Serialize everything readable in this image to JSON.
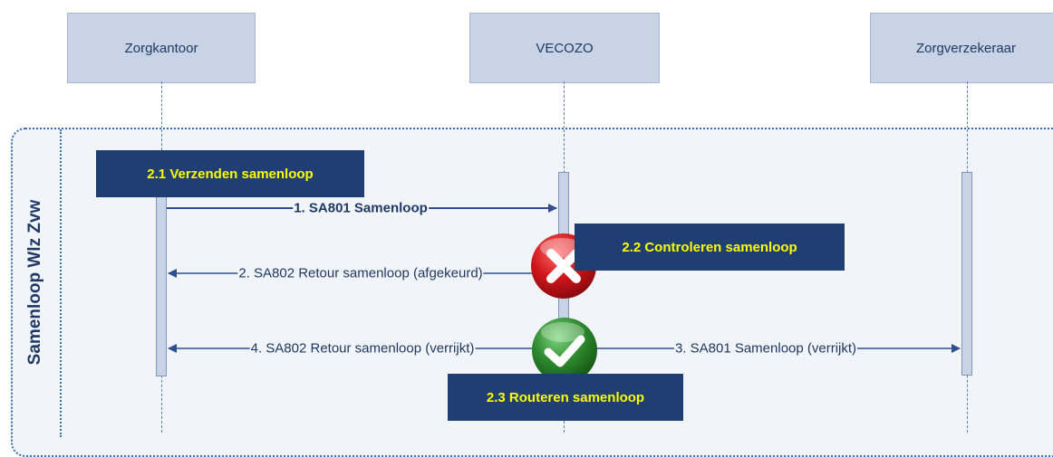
{
  "participants": {
    "zorgkantoor": "Zorgkantoor",
    "vecozo": "VECOZO",
    "zorgverzekeraar": "Zorgverzekeraar"
  },
  "frame": {
    "label": "Samenloop Wlz Zvw"
  },
  "steps": {
    "step_2_1": "2.1 Verzenden samenloop",
    "step_2_2": "2.2 Controleren samenloop",
    "step_2_3": "2.3 Routeren samenloop"
  },
  "messages": {
    "m1": "1. SA801 Samenloop",
    "m2": "2. SA802 Retour samenloop (afgekeurd)",
    "m3": "3. SA801 Samenloop (verrijkt)",
    "m4": "4. SA802 Retour samenloop (verrijkt)"
  },
  "icons": {
    "rejected": "error-cross-icon",
    "approved": "success-check-icon"
  },
  "colors": {
    "step_box": "#1f3f73",
    "step_text": "#ffff00",
    "lifeline_box": "#c8d3e6",
    "arrow": "#2f4f8f",
    "error": "#d0161c",
    "success": "#2e8a2e"
  }
}
